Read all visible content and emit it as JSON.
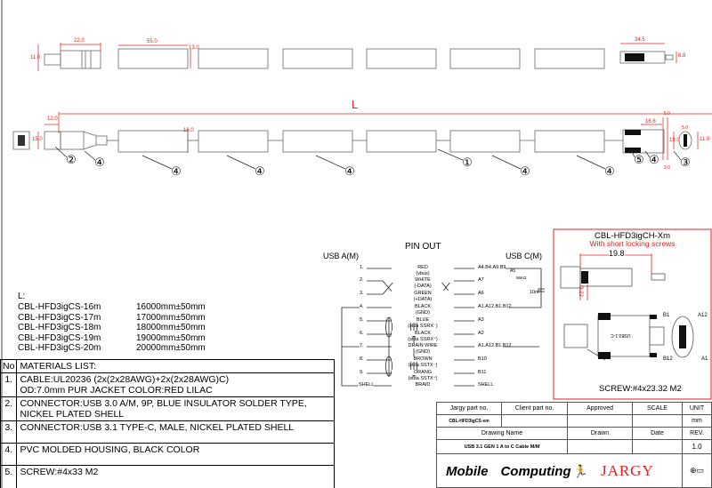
{
  "drawing": {
    "dims": {
      "a_len": "22.0",
      "a_h": "11.0",
      "seg_len": "55.0",
      "seg_h": "13.0",
      "c_len": "34.5",
      "c_h": "6.8",
      "L": "L",
      "a_off": "12.0",
      "a_w": "15.0",
      "seg_d": "16.0",
      "c_off": "16.6",
      "c_w": "19.0",
      "c_face": "11.0",
      "c_gap": "5.0",
      "c_gap2": "3.0",
      "c_sp": "5.0"
    },
    "balloons": [
      "②",
      "④",
      "④",
      "④",
      "④",
      "①",
      "④",
      "④",
      "⑤",
      "④",
      "③"
    ]
  },
  "lengths": {
    "label": "L:",
    "items": [
      {
        "model": "CBL-HFD3igCS-16m",
        "length": "16000mm±50mm"
      },
      {
        "model": "CBL-HFD3igCS-17m",
        "length": "17000mm±50mm"
      },
      {
        "model": "CBL-HFD3igCS-18m",
        "length": "18000mm±50mm"
      },
      {
        "model": "CBL-HFD3igCS-19m",
        "length": "19000mm±50mm"
      },
      {
        "model": "CBL-HFD3igCS-20m",
        "length": "20000mm±50mm"
      }
    ]
  },
  "materials": {
    "no_header": "No",
    "header": "MATERIALS LIST:",
    "rows": [
      {
        "no": "1.",
        "l1": "CABLE:UL20236 (2x(2x28AWG)+2x(2x28AWG)C)",
        "l2": "OD:7.0mm  PUR JACKET COLOR:RED LILAC"
      },
      {
        "no": "2.",
        "l1": "CONNECTOR:USB 3.0 A/M, 9P, BLUE INSULATOR SOLDER TYPE,",
        "l2": "NICKEL PLATED SHELL"
      },
      {
        "no": "3.",
        "l1": "CONNECTOR:USB 3.1 TYPE-C, MALE, NICKEL PLATED SHELL",
        "l2": ""
      },
      {
        "no": "4.",
        "l1": "PVC MOLDED HOUSING, BLACK COLOR",
        "l2": ""
      },
      {
        "no": "5.",
        "l1": "SCREW:#4x33 M2",
        "l2": ""
      }
    ]
  },
  "pinout": {
    "title": "PIN OUT",
    "left": "USB A(M)",
    "right": "USB C(M)",
    "resistor": "A5",
    "resistor_val": "56KΩ",
    "cap": "10nF",
    "rows": [
      {
        "a": "1.",
        "wire": "RED",
        "sub": "(vbus)",
        "c": "A4.B4.A9.B9"
      },
      {
        "a": "2.",
        "wire": "WHITE",
        "sub": "(-DATA)",
        "c": "A7"
      },
      {
        "a": "3.",
        "wire": "GREEN",
        "sub": "(+DATA)",
        "c": "A6"
      },
      {
        "a": "4.",
        "wire": "BLACK",
        "sub": "(GND)",
        "c": "A1.A12.B1.B12"
      },
      {
        "a": "5.",
        "wire": "BLUE",
        "sub": "(stda SSRX⁻)",
        "c": "A3"
      },
      {
        "a": "6.",
        "wire": "BLACK",
        "sub": "(stda SSRX⁺)",
        "c": "A2"
      },
      {
        "a": "7.",
        "wire": "DRAIN WIRE",
        "sub": "(GND)",
        "c": "A1.A12.B1.B12"
      },
      {
        "a": "8.",
        "wire": "BROWN",
        "sub": "(stda SSTX⁻)",
        "c": "B10"
      },
      {
        "a": "9.",
        "wire": "ORANG",
        "sub": "(stda SSTX⁺)",
        "c": "B11"
      },
      {
        "a": "SHELL",
        "wire": "BRAID",
        "sub": "",
        "c": "SHELL"
      }
    ]
  },
  "inset": {
    "title": "CBL-HFD3igCH-Xm",
    "subtitle": "With short locking screws",
    "dim": "19.8",
    "dim2": "3.22",
    "marking": "USB3.1-C",
    "pins": {
      "b1": "B1",
      "a12": "A12",
      "b12": "B12",
      "a1": "A1"
    },
    "screw": "SCREW:#4x23.32 M2"
  },
  "title_block": {
    "jargy_part_label": "Jargy part no.",
    "client_part_label": "Client part no.",
    "approved_label": "Approved",
    "scale_label": "SCALE",
    "unit_label": "UNIT",
    "jargy_part": "CBL-HFD3igCS-xm",
    "unit": "mm",
    "drawing_name_label": "Drawing Name",
    "drawn_label": "Drawn",
    "date_label": "Date",
    "rev_label": "REV.",
    "drawing_name": "USB 3.1 GEN 1 A to C Cable M/M",
    "rev": "1.0",
    "logo1": "Mobile",
    "logo2": "Computing",
    "logo3": "JARGY"
  },
  "colors": {
    "dim": "#e02020",
    "line": "#555555"
  }
}
